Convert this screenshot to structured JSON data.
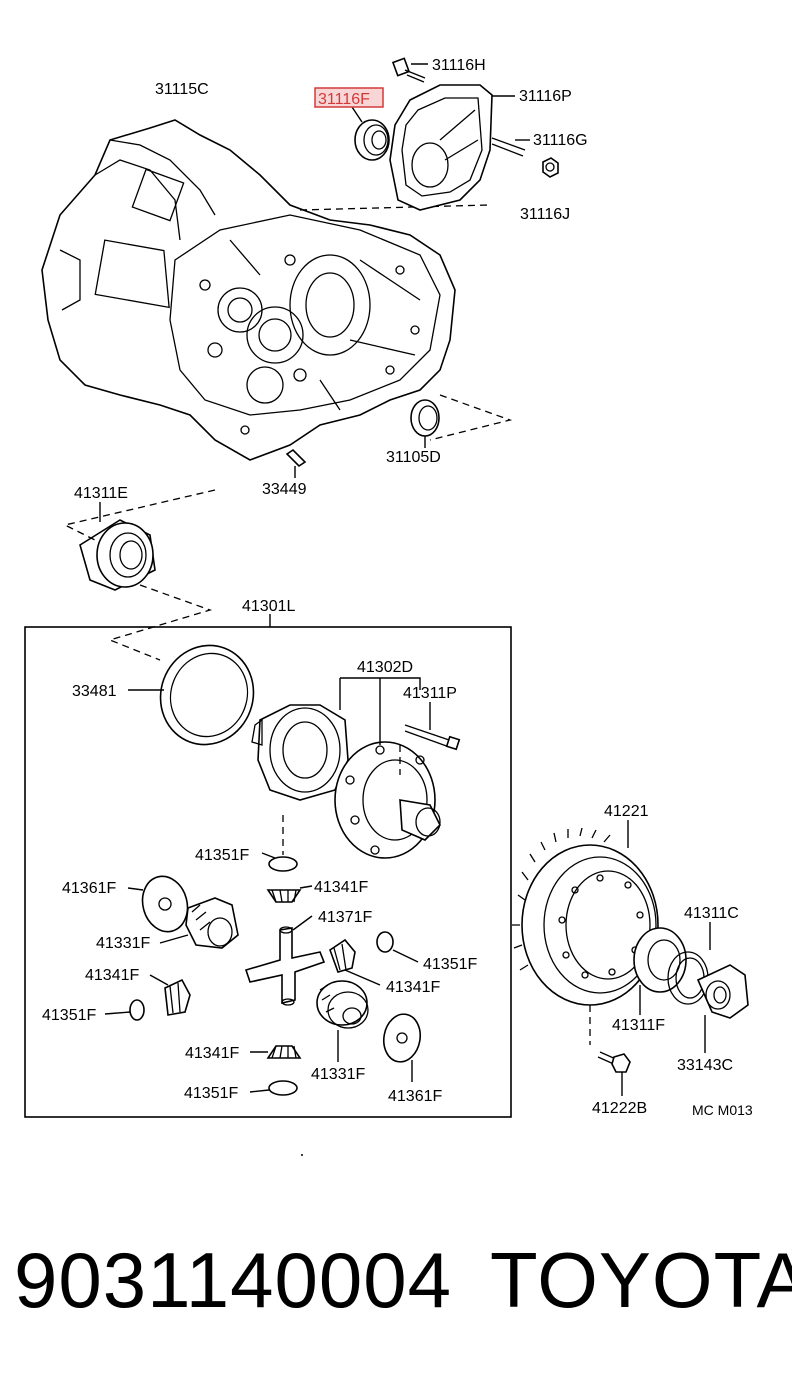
{
  "callouts": {
    "c31115C": "31115C",
    "c31116F": "31116F",
    "c31116H": "31116H",
    "c31116P": "31116P",
    "c31116G": "31116G",
    "c31116J": "31116J",
    "c31105D": "31105D",
    "c33449": "33449",
    "c41311E": "41311E",
    "c41301L": "41301L",
    "c33481": "33481",
    "c41302D": "41302D",
    "c41311P": "41311P",
    "c41351F_a": "41351F",
    "c41361F_a": "41361F",
    "c41341F_a": "41341F",
    "c41371F": "41371F",
    "c41331F_a": "41331F",
    "c41351F_b": "41351F",
    "c41341F_b": "41341F",
    "c41341F_c": "41341F",
    "c41351F_c": "41351F",
    "c41341F_d": "41341F",
    "c41331F_b": "41331F",
    "c41351F_d": "41351F",
    "c41361F_b": "41361F",
    "c41221": "41221",
    "c41311C": "41311C",
    "c41311F": "41311F",
    "c33143C": "33143C",
    "c41222B": "41222B",
    "diagram_code": "MC M013"
  },
  "highlighted_part": "31116F",
  "highlight_color": "#d23a3a",
  "caption": {
    "part_number": "9031140004",
    "brand": "TOYOTA"
  }
}
